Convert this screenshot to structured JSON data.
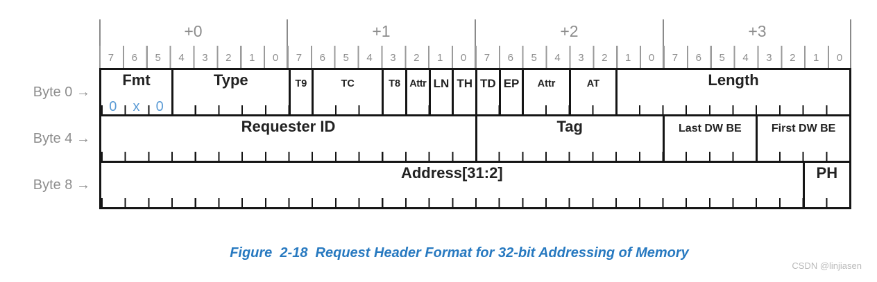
{
  "colors": {
    "grid_ink": "#151515",
    "muted_gray": "#8d8d8d",
    "fmt_value_blue": "#5b9bd5",
    "caption_blue": "#2779c0",
    "watermark_gray": "#b9b9b9"
  },
  "scale": {
    "byte_groups": [
      "+0",
      "+1",
      "+2",
      "+3"
    ],
    "bit_labels": [
      "7",
      "6",
      "5",
      "4",
      "3",
      "2",
      "1",
      "0"
    ]
  },
  "byte_rows": [
    {
      "label": "Byte 0 →",
      "fields": [
        {
          "label": "Fmt",
          "bits": 3,
          "value": [
            "0",
            "x",
            "0"
          ]
        },
        {
          "label": "Type",
          "bits": 5
        },
        {
          "label": "T9",
          "bits": 1
        },
        {
          "label": "TC",
          "bits": 3
        },
        {
          "label": "T8",
          "bits": 1
        },
        {
          "label": "Attr",
          "bits": 1
        },
        {
          "label": "LN",
          "bits": 1
        },
        {
          "label": "TH",
          "bits": 1
        },
        {
          "label": "TD",
          "bits": 1
        },
        {
          "label": "EP",
          "bits": 1
        },
        {
          "label": "Attr",
          "bits": 2
        },
        {
          "label": "AT",
          "bits": 2
        },
        {
          "label": "Length",
          "bits": 10
        }
      ]
    },
    {
      "label": "Byte 4 →",
      "fields": [
        {
          "label": "Requester ID",
          "bits": 16
        },
        {
          "label": "Tag",
          "bits": 8
        },
        {
          "label": "Last DW BE",
          "bits": 4
        },
        {
          "label": "First DW BE",
          "bits": 4
        }
      ]
    },
    {
      "label": "Byte 8 →",
      "fields": [
        {
          "label": "Address[31:2]",
          "bits": 30
        },
        {
          "label": "PH",
          "bits": 2
        }
      ]
    }
  ],
  "caption": "Figure  2-18  Request Header Format for 32-bit Addressing of Memory",
  "watermark": "CSDN @linjiasen"
}
